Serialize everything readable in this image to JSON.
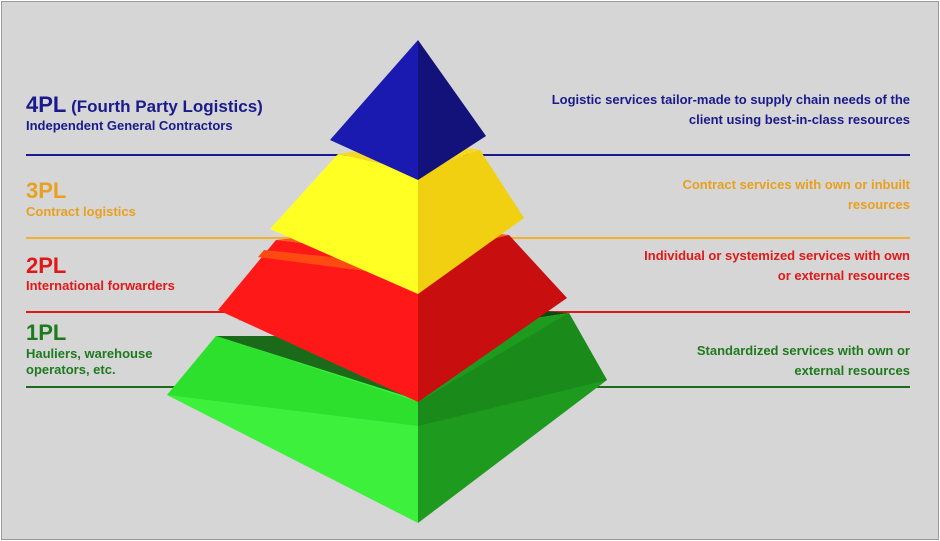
{
  "levels": {
    "4pl": {
      "code": "4PL",
      "code_extra": " (Fourth Party Logistics)",
      "subtitle": "Independent General Contractors",
      "description_line1": "Logistic services tailor-made to supply chain needs of the",
      "description_line2": "client using best-in-class resources",
      "color": "#1a1a8c"
    },
    "3pl": {
      "code": "3PL",
      "subtitle": "Contract logistics",
      "description_line1": "Contract services with own or inbuilt",
      "description_line2": "resources",
      "color": "#e8a020"
    },
    "2pl": {
      "code": "2PL",
      "subtitle": "International forwarders",
      "description_line1": "Individual or systemized services with own",
      "description_line2": "or external resources",
      "color": "#e01818"
    },
    "1pl": {
      "code": "1PL",
      "subtitle_line1": "Hauliers, warehouse",
      "subtitle_line2": "operators, etc.",
      "description_line1": "Standardized services with own or",
      "description_line2": "external resources",
      "color": "#1e7a1e"
    }
  },
  "pyramid_colors": {
    "blue": "#1a1aa8",
    "yellow": "#ffff22",
    "red": "#ff1a1a",
    "green": "#33ee33"
  }
}
